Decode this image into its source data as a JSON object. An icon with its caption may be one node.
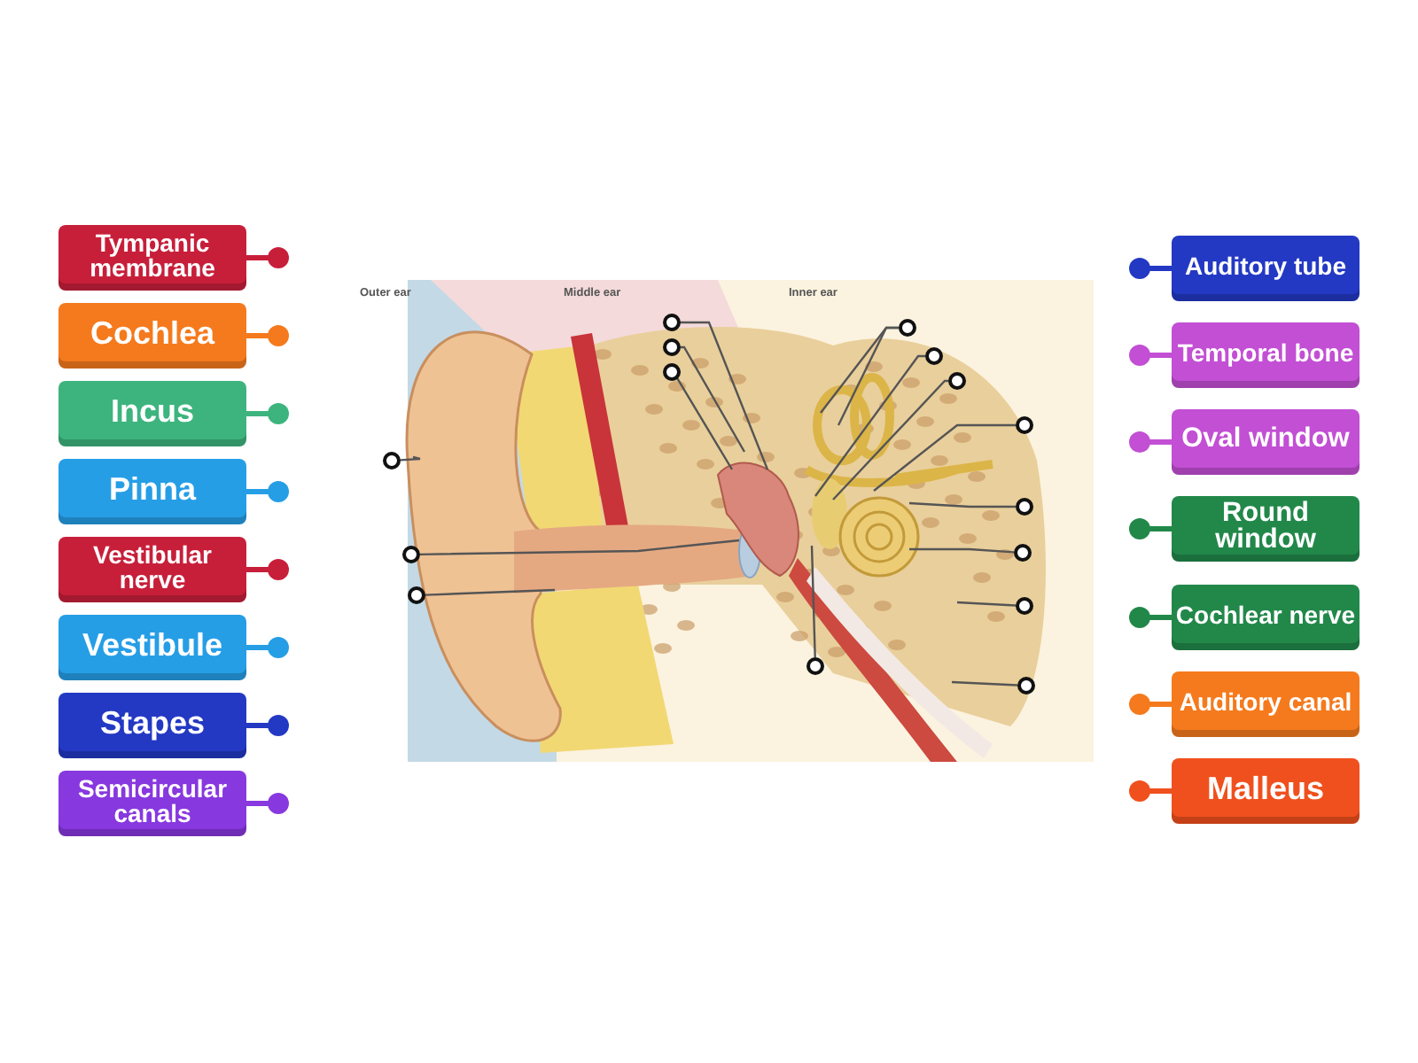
{
  "diagram": {
    "nodes": [
      {
        "text": [
          "Tympanic membrane"
        ]
      },
      {
        "text": [
          "Cochlea"
        ]
      },
      {
        "text": [
          "Incus"
        ]
      },
      {
        "text": [
          "Pinna"
        ]
      },
      {
        "text": [
          "Vestibular nerve"
        ]
      },
      {
        "text": [
          "Vestibule"
        ]
      },
      {
        "text": [
          "Stapes"
        ]
      },
      {
        "text": [
          "Semicircular canals"
        ]
      },
      {
        "text": [
          "Auditory tube"
        ]
      },
      {
        "text": [
          "Temporal bone"
        ]
      },
      {
        "text": [
          "Oval window"
        ]
      },
      {
        "text": [
          "Round window"
        ]
      },
      {
        "text": [
          "Cochlear nerve"
        ]
      },
      {
        "text": [
          "Auditory canal"
        ]
      },
      {
        "text": [
          "Malleus"
        ]
      },
      {
        "text": [],
        "shape": "circle"
      },
      {
        "text": [],
        "shape": "circle"
      },
      {
        "text": [],
        "shape": "circle"
      },
      {
        "text": [],
        "shape": "circle"
      },
      {
        "text": [],
        "shape": "circle"
      },
      {
        "text": [],
        "shape": "circle"
      },
      {
        "text": [],
        "shape": "circle"
      },
      {
        "text": [],
        "shape": "circle"
      },
      {
        "text": [],
        "shape": "circle"
      },
      {
        "text": [],
        "shape": "circle"
      },
      {
        "text": [],
        "shape": "circle"
      },
      {
        "text": [],
        "shape": "circle"
      },
      {
        "text": [],
        "shape": "circle"
      },
      {
        "text": [],
        "shape": "circle"
      },
      {
        "text": [],
        "shape": "circle"
      }
    ],
    "edges": [
      {
        "from": 15,
        "to": null,
        "arrow": "none"
      },
      {
        "from": 16,
        "to": null,
        "arrow": "none"
      },
      {
        "from": 16,
        "to": null,
        "arrow": "none"
      },
      {
        "from": 17,
        "to": null,
        "arrow": "none"
      },
      {
        "from": 18,
        "to": null,
        "arrow": "none"
      },
      {
        "from": 19,
        "to": null,
        "arrow": "none"
      },
      {
        "from": 20,
        "to": null,
        "arrow": "none"
      },
      {
        "from": 21,
        "to": null,
        "arrow": "none"
      },
      {
        "from": 22,
        "to": null,
        "arrow": "none"
      },
      {
        "from": 23,
        "to": null,
        "arrow": "none"
      },
      {
        "from": 24,
        "to": null,
        "arrow": "none"
      },
      {
        "from": 25,
        "to": null,
        "arrow": "none"
      },
      {
        "from": 26,
        "to": null,
        "arrow": "none"
      },
      {
        "from": 27,
        "to": null,
        "arrow": "none"
      },
      {
        "from": 28,
        "to": null,
        "arrow": "none"
      },
      {
        "from": 29,
        "to": null,
        "arrow": "none"
      }
    ],
    "labels": [
      "Outer ear",
      "Middle ear",
      "Inner ear"
    ]
  }
}
